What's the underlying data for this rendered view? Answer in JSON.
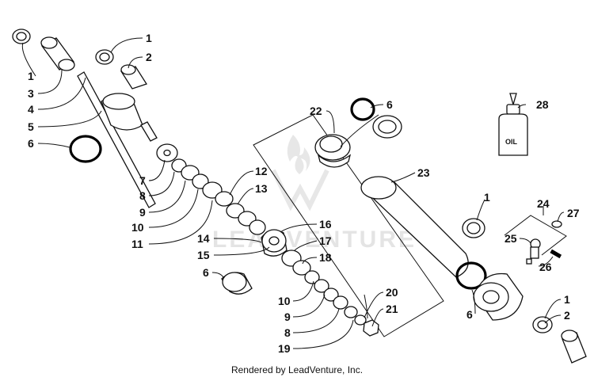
{
  "footer": "Rendered by LeadVenture, Inc.",
  "watermark": "LEADVENTURE",
  "oil_bottle_label": "OIL",
  "callouts": [
    {
      "id": "c1a",
      "text": "1"
    },
    {
      "id": "c2a",
      "text": "2"
    },
    {
      "id": "c1b",
      "text": "1"
    },
    {
      "id": "c3",
      "text": "3"
    },
    {
      "id": "c4",
      "text": "4"
    },
    {
      "id": "c5",
      "text": "5"
    },
    {
      "id": "c6a",
      "text": "6"
    },
    {
      "id": "c7",
      "text": "7"
    },
    {
      "id": "c8a",
      "text": "8"
    },
    {
      "id": "c9a",
      "text": "9"
    },
    {
      "id": "c10a",
      "text": "10"
    },
    {
      "id": "c11",
      "text": "11"
    },
    {
      "id": "c12",
      "text": "12"
    },
    {
      "id": "c13",
      "text": "13"
    },
    {
      "id": "c14",
      "text": "14"
    },
    {
      "id": "c15",
      "text": "15"
    },
    {
      "id": "c16",
      "text": "16"
    },
    {
      "id": "c17",
      "text": "17"
    },
    {
      "id": "c18",
      "text": "18"
    },
    {
      "id": "c6b",
      "text": "6"
    },
    {
      "id": "c10b",
      "text": "10"
    },
    {
      "id": "c9b",
      "text": "9"
    },
    {
      "id": "c8b",
      "text": "8"
    },
    {
      "id": "c19",
      "text": "19"
    },
    {
      "id": "c20",
      "text": "20"
    },
    {
      "id": "c21",
      "text": "21"
    },
    {
      "id": "c22",
      "text": "22"
    },
    {
      "id": "c6c",
      "text": "6"
    },
    {
      "id": "c23",
      "text": "23"
    },
    {
      "id": "c28",
      "text": "28"
    },
    {
      "id": "c1c",
      "text": "1"
    },
    {
      "id": "c24",
      "text": "24"
    },
    {
      "id": "c27",
      "text": "27"
    },
    {
      "id": "c25",
      "text": "25"
    },
    {
      "id": "c26",
      "text": "26"
    },
    {
      "id": "c6d",
      "text": "6"
    },
    {
      "id": "c1d",
      "text": "1"
    },
    {
      "id": "c2b",
      "text": "2"
    }
  ]
}
